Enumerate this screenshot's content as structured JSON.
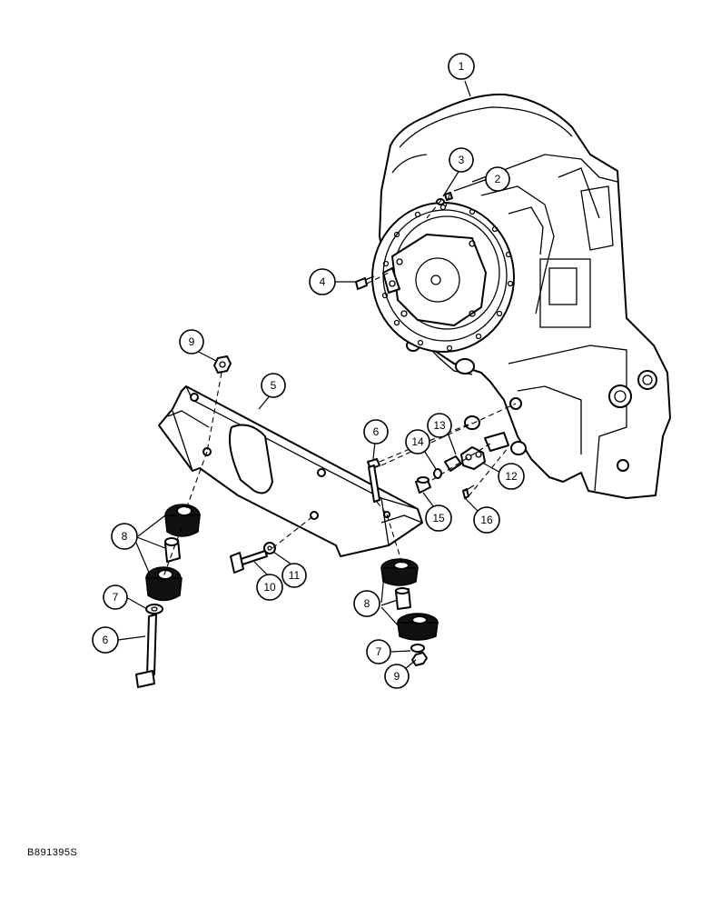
{
  "figure_code": "B891395S",
  "callouts": [
    {
      "id": "c1",
      "label": "1"
    },
    {
      "id": "c2",
      "label": "2"
    },
    {
      "id": "c3",
      "label": "3"
    },
    {
      "id": "c4",
      "label": "4"
    },
    {
      "id": "c5",
      "label": "5"
    },
    {
      "id": "c6a",
      "label": "6"
    },
    {
      "id": "c6b",
      "label": "6"
    },
    {
      "id": "c7a",
      "label": "7"
    },
    {
      "id": "c7b",
      "label": "7"
    },
    {
      "id": "c8a",
      "label": "8"
    },
    {
      "id": "c8b",
      "label": "8"
    },
    {
      "id": "c9a",
      "label": "9"
    },
    {
      "id": "c9b",
      "label": "9"
    },
    {
      "id": "c10",
      "label": "10"
    },
    {
      "id": "c11",
      "label": "11"
    },
    {
      "id": "c12",
      "label": "12"
    },
    {
      "id": "c13",
      "label": "13"
    },
    {
      "id": "c14",
      "label": "14"
    },
    {
      "id": "c15",
      "label": "15"
    },
    {
      "id": "c16",
      "label": "16"
    }
  ]
}
